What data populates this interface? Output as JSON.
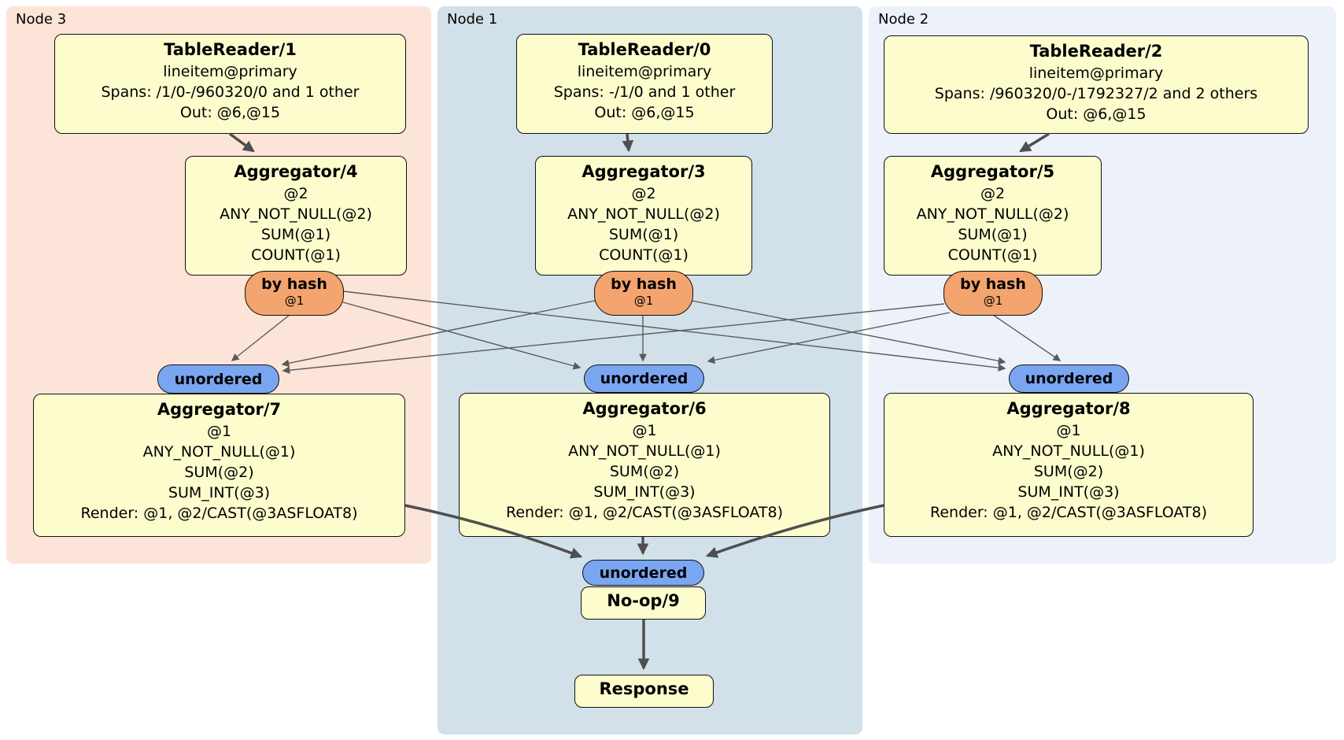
{
  "diagram": {
    "regions": [
      {
        "key": "node3",
        "label": "Node 3"
      },
      {
        "key": "node1",
        "label": "Node 1"
      },
      {
        "key": "node2",
        "label": "Node 2"
      }
    ],
    "processors": {
      "tr1": {
        "title": "TableReader/1",
        "details": [
          "lineitem@primary",
          "Spans: /1/0-/960320/0 and 1 other",
          "Out: @6,@15"
        ]
      },
      "tr0": {
        "title": "TableReader/0",
        "details": [
          "lineitem@primary",
          "Spans: -/1/0 and 1 other",
          "Out: @6,@15"
        ]
      },
      "tr2": {
        "title": "TableReader/2",
        "details": [
          "lineitem@primary",
          "Spans: /960320/0-/1792327/2 and 2 others",
          "Out: @6,@15"
        ]
      },
      "agg4": {
        "title": "Aggregator/4",
        "details": [
          "@2",
          "ANY_NOT_NULL(@2)",
          "SUM(@1)",
          "COUNT(@1)"
        ]
      },
      "agg3": {
        "title": "Aggregator/3",
        "details": [
          "@2",
          "ANY_NOT_NULL(@2)",
          "SUM(@1)",
          "COUNT(@1)"
        ]
      },
      "agg5": {
        "title": "Aggregator/5",
        "details": [
          "@2",
          "ANY_NOT_NULL(@2)",
          "SUM(@1)",
          "COUNT(@1)"
        ]
      },
      "agg7": {
        "title": "Aggregator/7",
        "details": [
          "@1",
          "ANY_NOT_NULL(@1)",
          "SUM(@2)",
          "SUM_INT(@3)",
          "Render: @1, @2/CAST(@3ASFLOAT8)"
        ]
      },
      "agg6": {
        "title": "Aggregator/6",
        "details": [
          "@1",
          "ANY_NOT_NULL(@1)",
          "SUM(@2)",
          "SUM_INT(@3)",
          "Render: @1, @2/CAST(@3ASFLOAT8)"
        ]
      },
      "agg8": {
        "title": "Aggregator/8",
        "details": [
          "@1",
          "ANY_NOT_NULL(@1)",
          "SUM(@2)",
          "SUM_INT(@3)",
          "Render: @1, @2/CAST(@3ASFLOAT8)"
        ]
      },
      "noop": {
        "title": "No-op/9"
      },
      "response": {
        "title": "Response"
      }
    },
    "routers": {
      "hash3": {
        "label": "by hash",
        "sub": "@1"
      },
      "hash1": {
        "label": "by hash",
        "sub": "@1"
      },
      "hash2": {
        "label": "by hash",
        "sub": "@1"
      },
      "u3": {
        "label": "unordered"
      },
      "u1": {
        "label": "unordered"
      },
      "u2": {
        "label": "unordered"
      },
      "ub": {
        "label": "unordered"
      }
    },
    "colors": {
      "region_node3": "#fce4d8",
      "region_node1": "#d2e1e9",
      "region_node2": "#edf2fa",
      "box_fill": "#fcfccd",
      "hash_fill": "#f3a46f",
      "stream_fill": "#7aa5f1",
      "edge_thick": "#4f4f4f",
      "edge_thin": "#5a5a5a"
    }
  }
}
